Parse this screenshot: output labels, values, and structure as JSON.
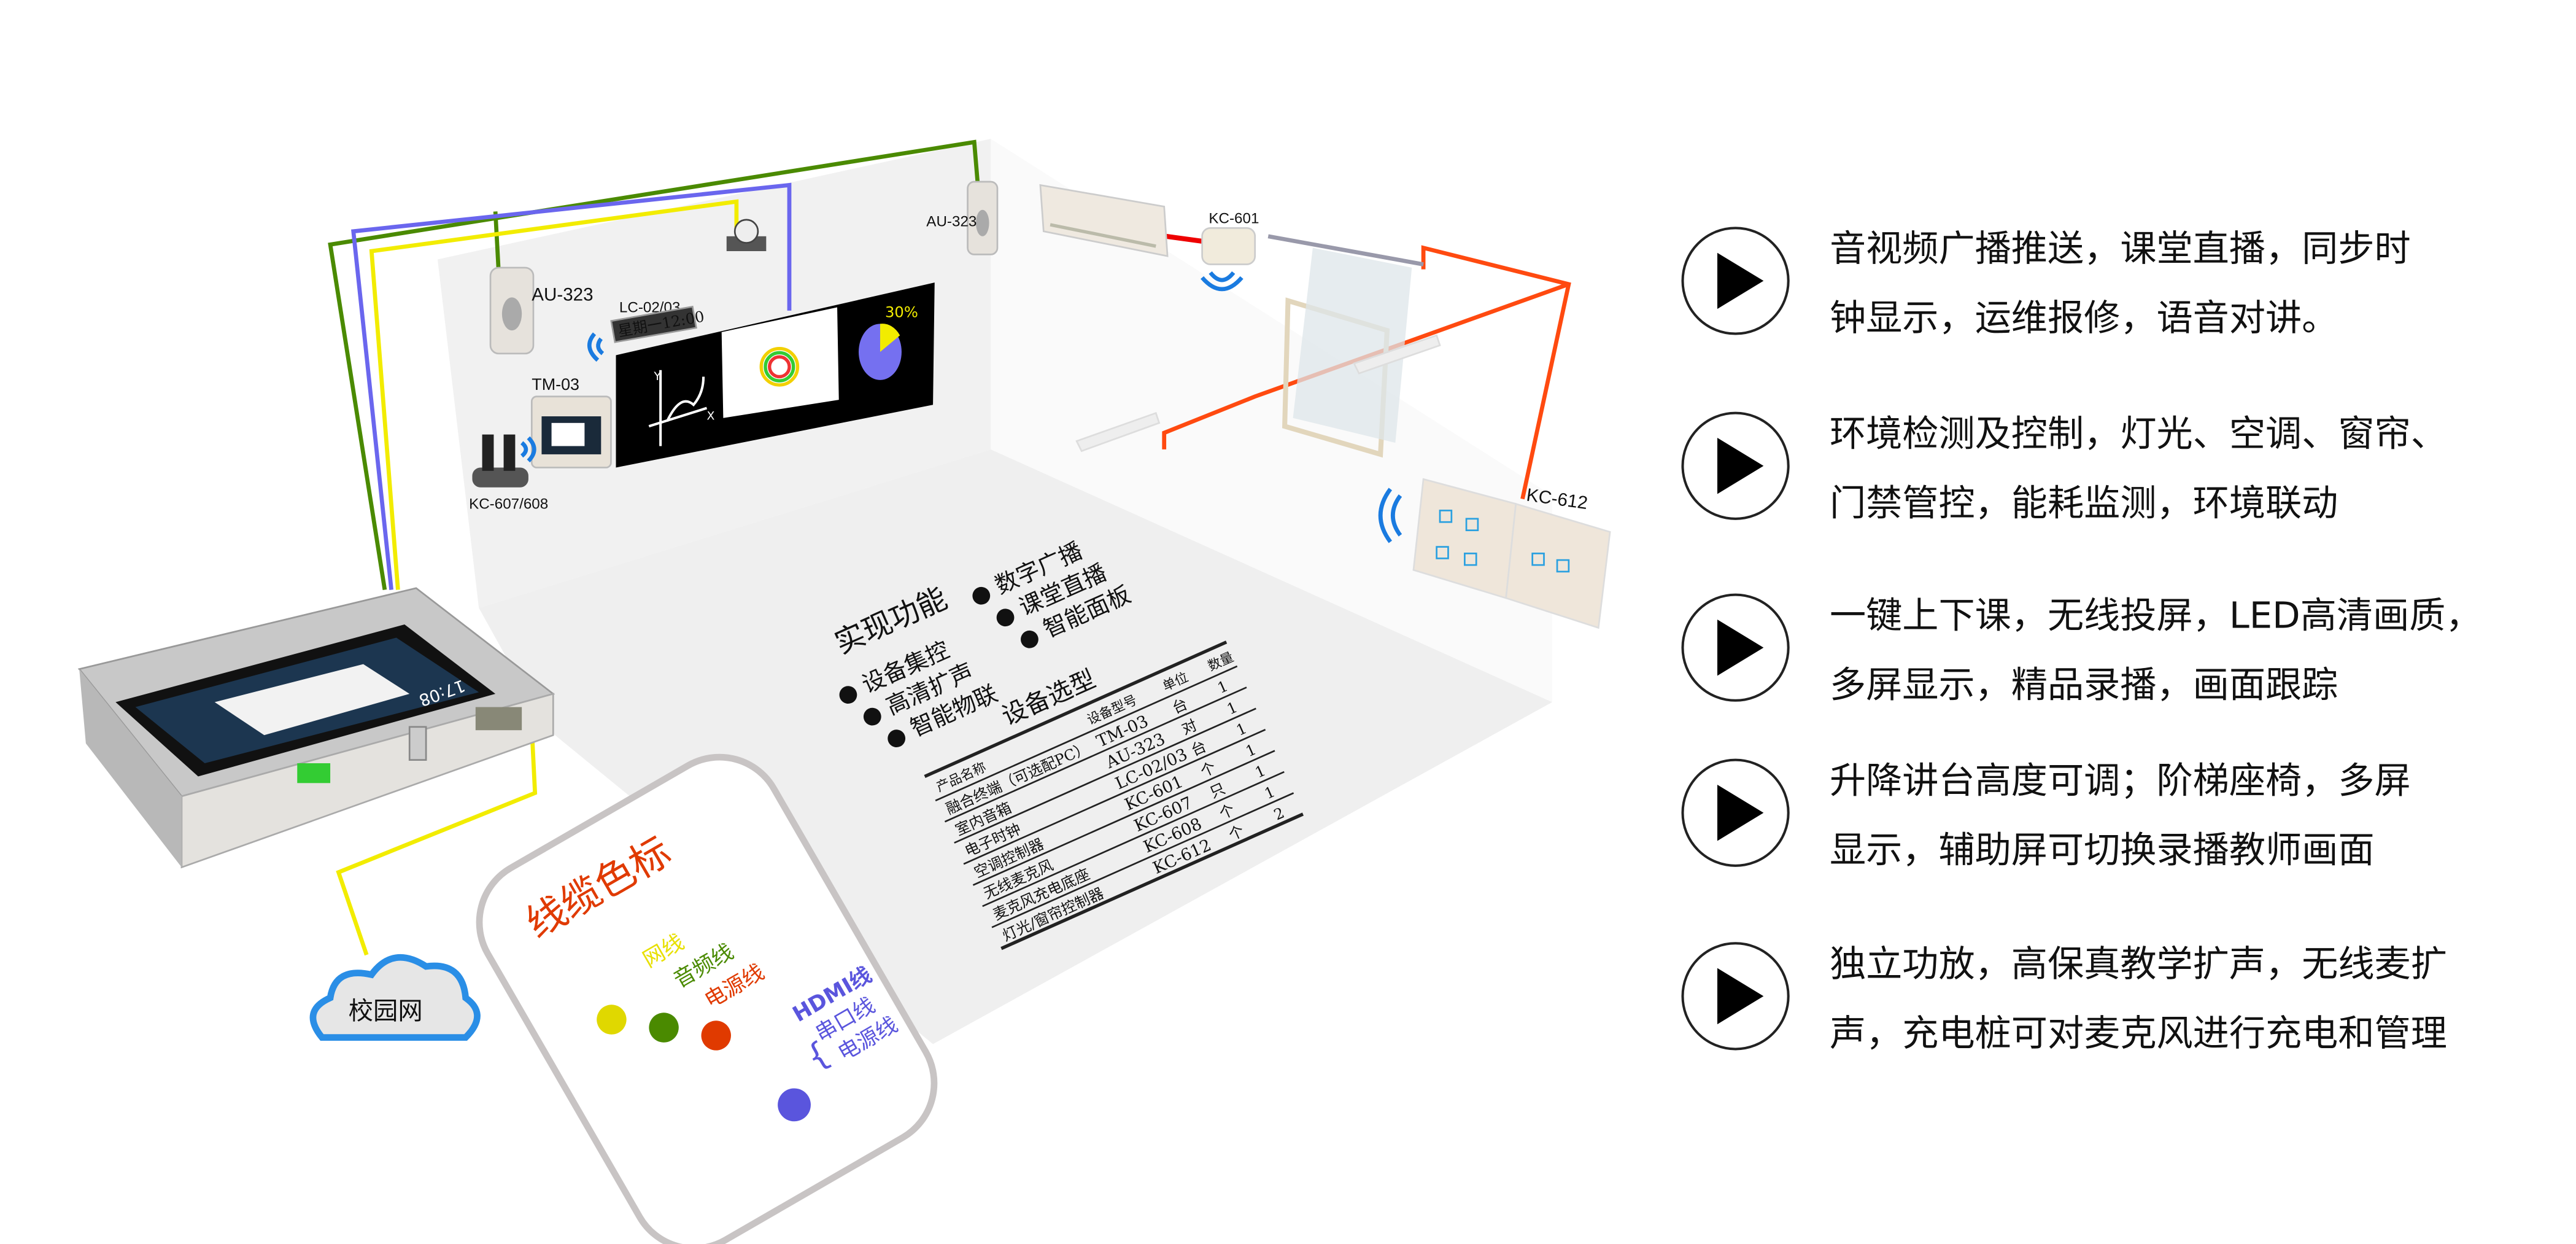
{
  "colors": {
    "network": "#e8e000",
    "audio": "#4a8a00",
    "power": "#e03a00",
    "hdmi_serial_power": "#5a55dd",
    "wireless": "#1a7be0",
    "floor": "#efefef"
  },
  "devices": {
    "speaker_left": "AU-323",
    "speaker_right": "AU-323",
    "clock": "LC-02/03",
    "clock_display": "星期一12:00",
    "terminal": "TM-03",
    "mic": "KC-607/608",
    "ac_controller": "KC-601",
    "panel": "KC-612",
    "screen_percent": "30%",
    "screen_axis_x": "X",
    "screen_axis_y": "Y",
    "host_time": "17:08",
    "campus_network": "校园网"
  },
  "functions": {
    "title": "实现功能",
    "items": [
      "设备集控",
      "高清扩声",
      "智能物联",
      "数字广播",
      "课堂直播",
      "智能面板"
    ]
  },
  "equipment_table": {
    "title": "设备选型",
    "headers": [
      "产品名称",
      "设备型号",
      "单位",
      "数量"
    ],
    "rows": [
      [
        "融合终端（可选配PC）",
        "TM-03",
        "台",
        "1"
      ],
      [
        "室内音箱",
        "AU-323",
        "对",
        "1"
      ],
      [
        "电子时钟",
        "LC-02/03",
        "台",
        "1"
      ],
      [
        "空调控制器",
        "KC-601",
        "个",
        "1"
      ],
      [
        "无线麦克风",
        "KC-607",
        "只",
        "1"
      ],
      [
        "麦克风充电底座",
        "KC-608",
        "个",
        "1"
      ],
      [
        "灯光/窗帘控制器",
        "KC-612",
        "个",
        "2"
      ]
    ]
  },
  "legend": {
    "title": "线缆色标",
    "network": "网线",
    "audio": "音频线",
    "power": "电源线",
    "group": [
      "HDMI线",
      "串口线",
      "电源线"
    ]
  },
  "features": [
    {
      "icon": "play-icon",
      "lines": [
        "音视频广播推送，课堂直播，同步时",
        "钟显示，运维报修，语音对讲。"
      ]
    },
    {
      "icon": "play-icon",
      "lines": [
        "环境检测及控制，灯光、空调、窗帘、",
        "门禁管控，能耗监测，环境联动"
      ]
    },
    {
      "icon": "play-icon",
      "lines": [
        "一键上下课，无线投屏，LED高清画质，",
        "多屏显示，精品录播，画面跟踪"
      ]
    },
    {
      "icon": "play-icon",
      "lines": [
        "升降讲台高度可调；阶梯座椅，多屏",
        "显示，辅助屏可切换录播教师画面"
      ]
    },
    {
      "icon": "play-icon",
      "lines": [
        "独立功放，高保真教学扩声，无线麦扩",
        "声，充电桩可对麦克风进行充电和管理"
      ]
    }
  ]
}
